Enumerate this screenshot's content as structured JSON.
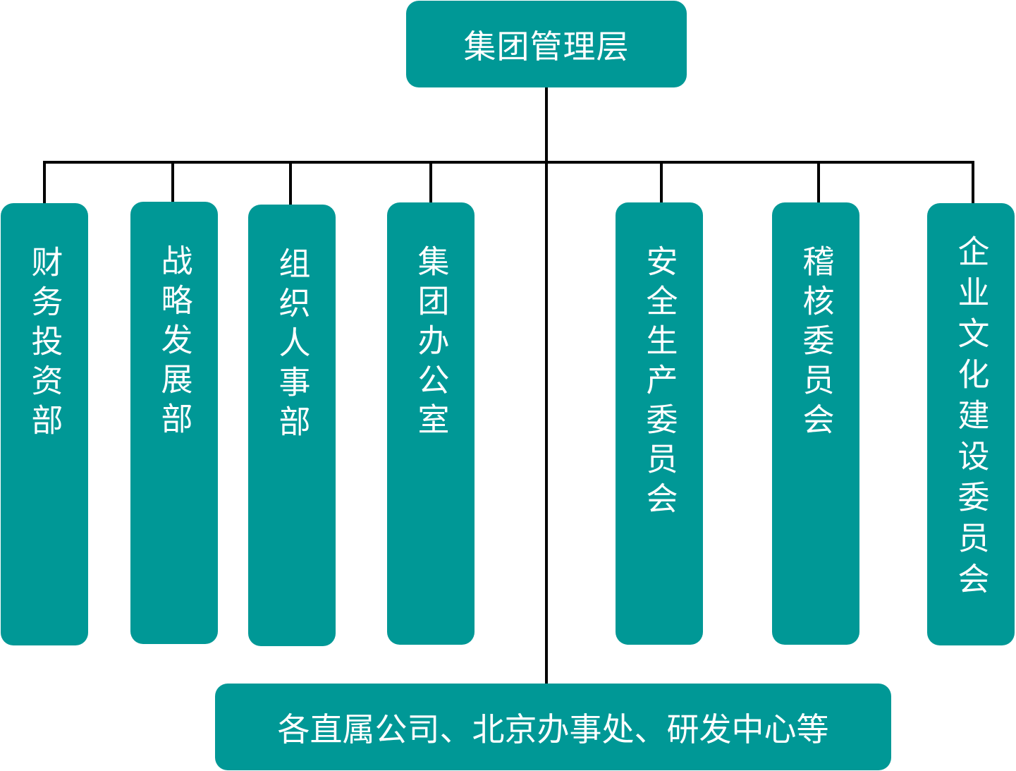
{
  "diagram": {
    "type": "org-chart",
    "colors": {
      "box_fill": "#009896",
      "text": "#ffffff",
      "connector": "#000000"
    },
    "root": {
      "label": "集团管理层"
    },
    "departments": [
      {
        "label": "财务投资部"
      },
      {
        "label": "战略发展部"
      },
      {
        "label": "组织人事部"
      },
      {
        "label": "集团办公室"
      },
      {
        "label": "安全生产委员会"
      },
      {
        "label": "稽核委员会"
      },
      {
        "label": "企业文化建设委员会"
      }
    ],
    "subordinate": {
      "label": "各直属公司、北京办事处、研发中心等"
    }
  }
}
